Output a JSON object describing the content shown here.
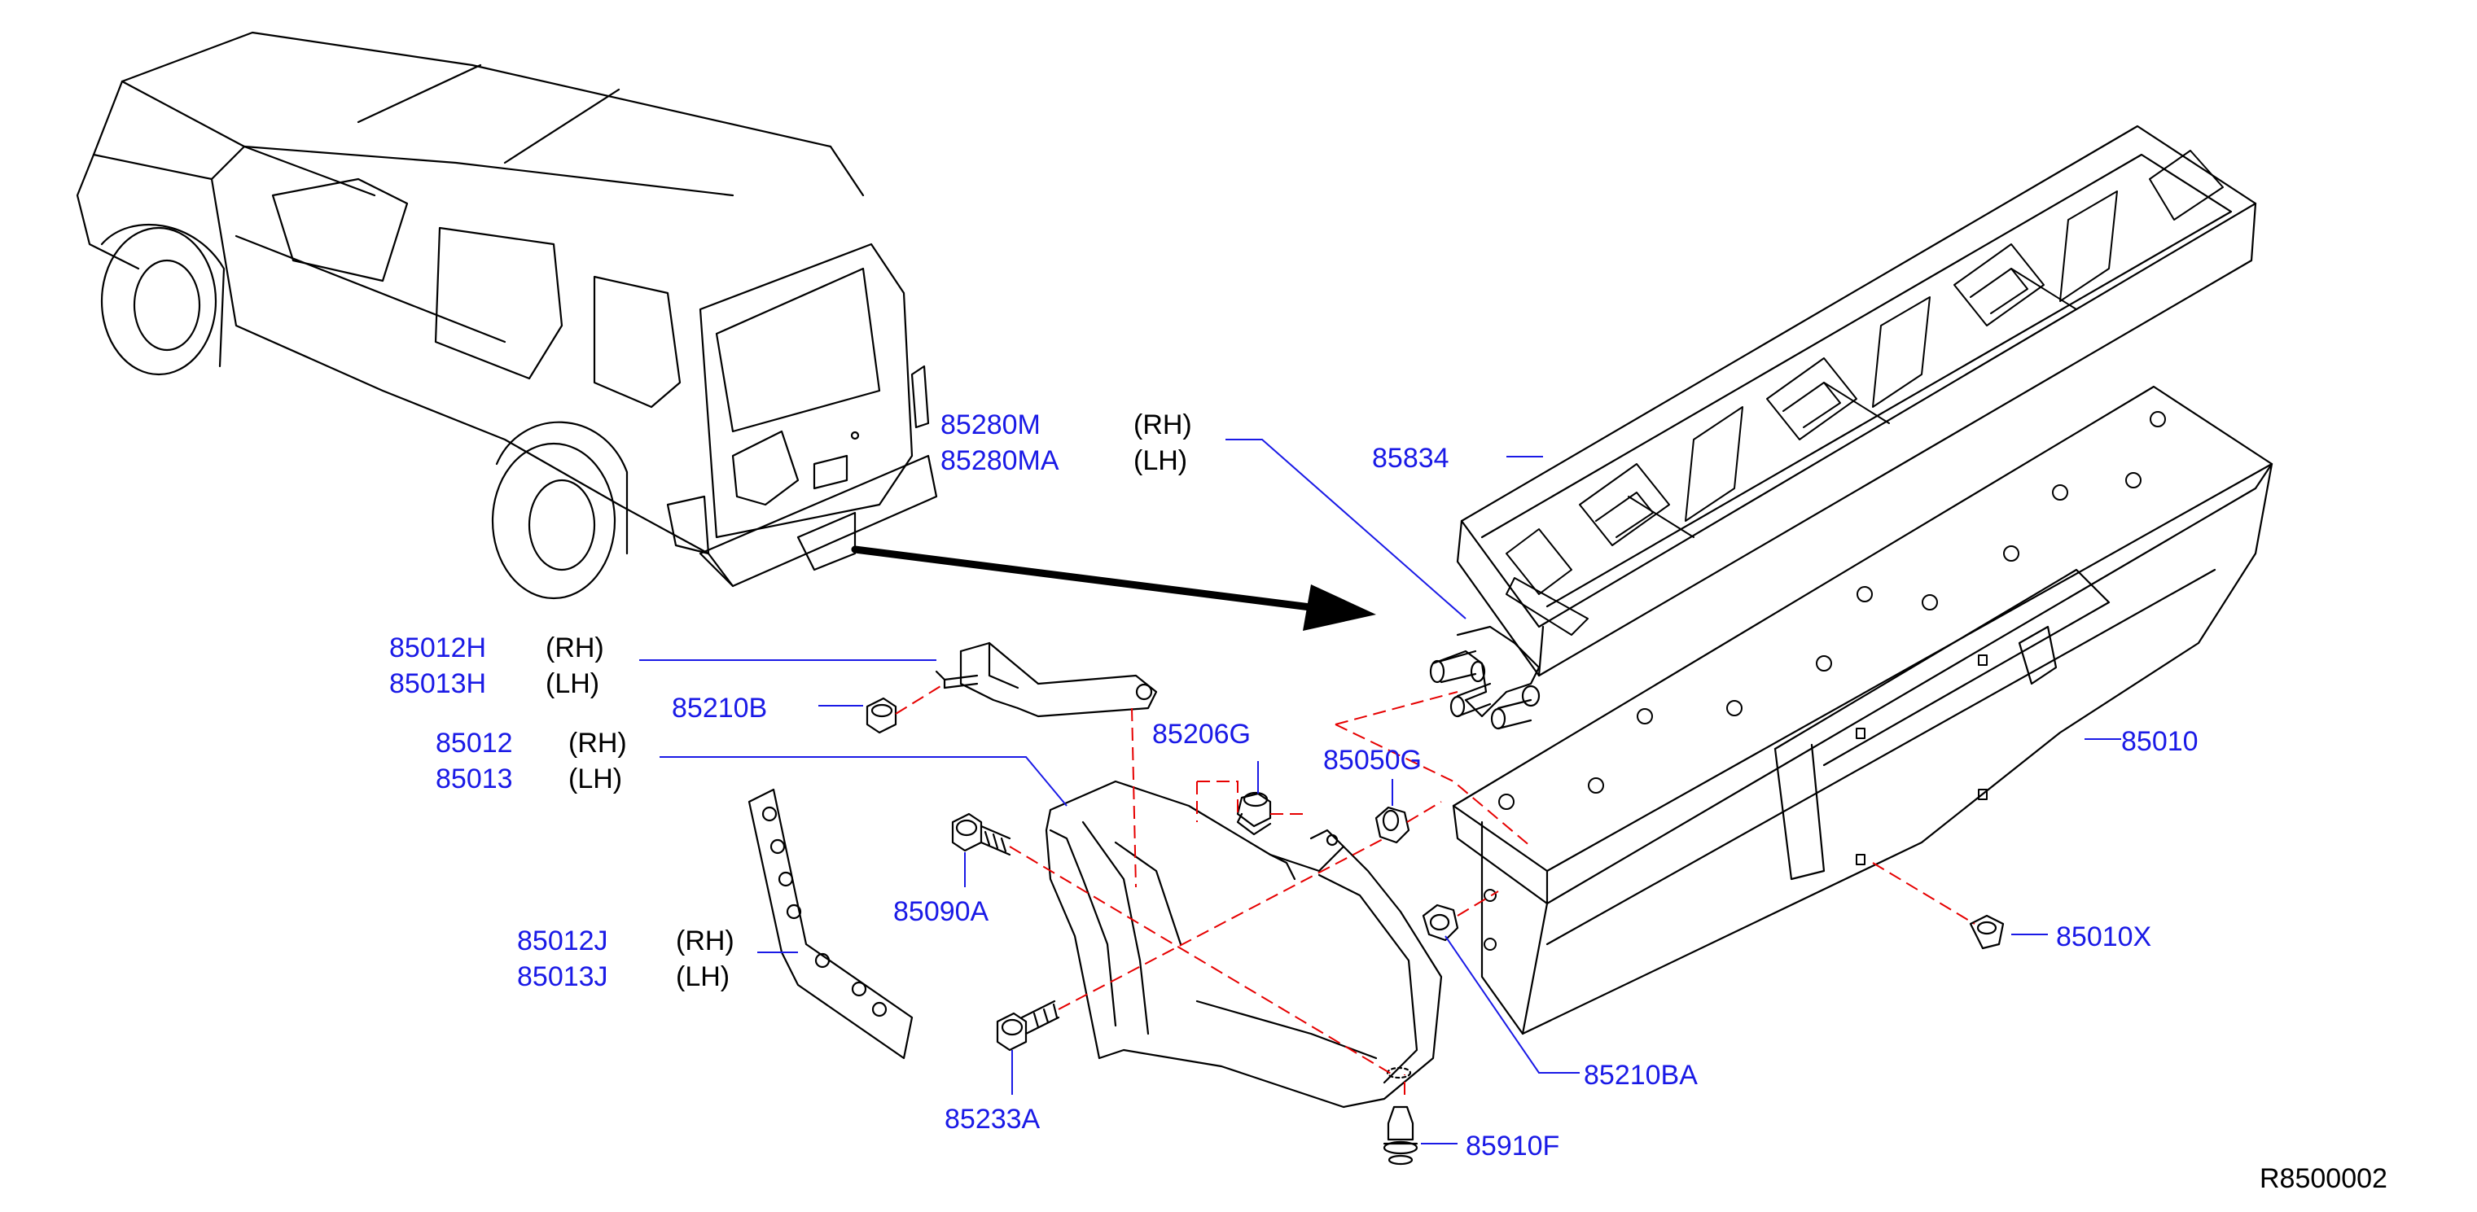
{
  "colors": {
    "part_number": "#1a1ae6",
    "drawing": "#000000",
    "leader": "#1a1ae6",
    "centerline": "#e60000"
  },
  "labels": {
    "p85280M": "85280M",
    "p85280M_side": "(RH)",
    "p85280MA": "85280MA",
    "p85280MA_side": "(LH)",
    "p85834": "85834",
    "p85012H": "85012H",
    "p85012H_side": "(RH)",
    "p85013H": "85013H",
    "p85013H_side": "(LH)",
    "p85210B": "85210B",
    "p85012": "85012",
    "p85012_side": "(RH)",
    "p85013": "85013",
    "p85013_side": "(LH)",
    "p85206G": "85206G",
    "p85050G": "85050G",
    "p85010": "85010",
    "p85090A": "85090A",
    "p85012J": "85012J",
    "p85012J_side": "(RH)",
    "p85013J": "85013J",
    "p85013J_side": "(LH)",
    "p85010X": "85010X",
    "p85210BA": "85210BA",
    "p85233A": "85233A",
    "p85910F": "85910F"
  },
  "diagram_ref": "R8500002"
}
